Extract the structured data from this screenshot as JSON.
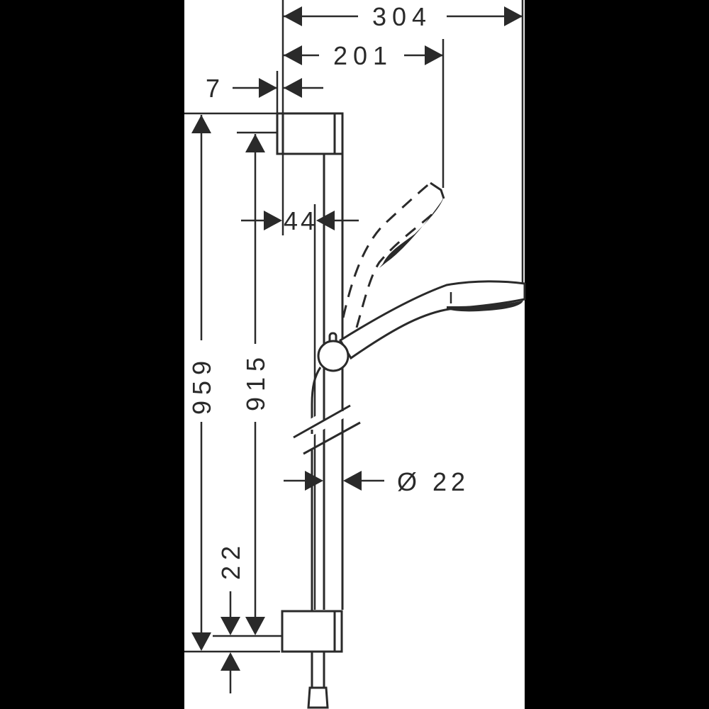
{
  "drawing": {
    "title": "Shower rail set technical drawing",
    "background_color": "#000000",
    "panel_color": "#ffffff",
    "line_color": "#2a2a2a"
  },
  "dimensions": {
    "overall_width": "304",
    "handshower_reach": "201",
    "wall_offset": "7",
    "rail_wall_distance": "44",
    "overall_height": "959",
    "bracket_spacing": "915",
    "bottom_offset": "22",
    "rail_diameter": "Ø 22"
  }
}
